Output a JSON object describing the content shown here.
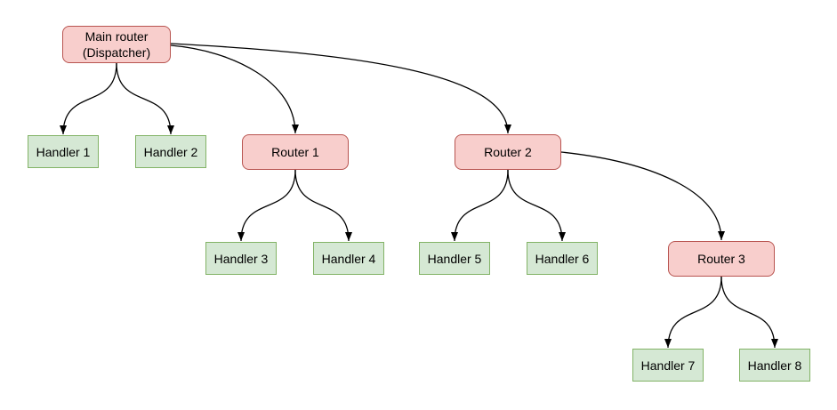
{
  "diagram": {
    "nodes": [
      {
        "id": "main-router",
        "label": "Main router\n(Dispatcher)",
        "kind": "router"
      },
      {
        "id": "handler-1",
        "label": "Handler 1",
        "kind": "handler"
      },
      {
        "id": "handler-2",
        "label": "Handler 2",
        "kind": "handler"
      },
      {
        "id": "router-1",
        "label": "Router 1",
        "kind": "router"
      },
      {
        "id": "router-2",
        "label": "Router 2",
        "kind": "router"
      },
      {
        "id": "handler-3",
        "label": "Handler 3",
        "kind": "handler"
      },
      {
        "id": "handler-4",
        "label": "Handler 4",
        "kind": "handler"
      },
      {
        "id": "handler-5",
        "label": "Handler 5",
        "kind": "handler"
      },
      {
        "id": "handler-6",
        "label": "Handler 6",
        "kind": "handler"
      },
      {
        "id": "router-3",
        "label": "Router 3",
        "kind": "router"
      },
      {
        "id": "handler-7",
        "label": "Handler 7",
        "kind": "handler"
      },
      {
        "id": "handler-8",
        "label": "Handler 8",
        "kind": "handler"
      }
    ],
    "edges": [
      {
        "from": "main-router",
        "to": "handler-1"
      },
      {
        "from": "main-router",
        "to": "handler-2"
      },
      {
        "from": "main-router",
        "to": "router-1"
      },
      {
        "from": "main-router",
        "to": "router-2"
      },
      {
        "from": "router-1",
        "to": "handler-3"
      },
      {
        "from": "router-1",
        "to": "handler-4"
      },
      {
        "from": "router-2",
        "to": "handler-5"
      },
      {
        "from": "router-2",
        "to": "handler-6"
      },
      {
        "from": "router-2",
        "to": "router-3"
      },
      {
        "from": "router-3",
        "to": "handler-7"
      },
      {
        "from": "router-3",
        "to": "handler-8"
      }
    ],
    "colors": {
      "router_fill": "#f8cecc",
      "router_border": "#b85450",
      "handler_fill": "#d5e8d4",
      "handler_border": "#82b366",
      "edge": "#000000",
      "text": "#000000",
      "background": "#ffffff"
    }
  }
}
